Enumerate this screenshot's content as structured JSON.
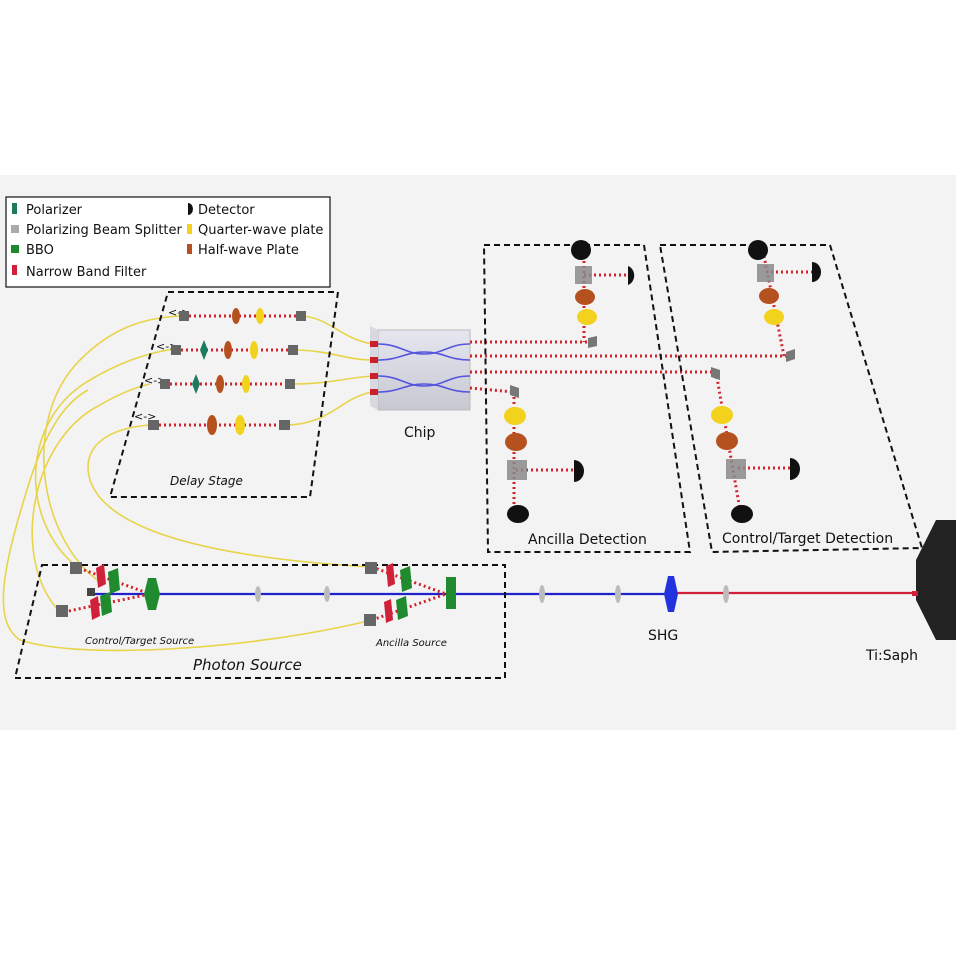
{
  "legend": {
    "items": [
      {
        "label": "Polarizer",
        "icon": "polarizer-icon",
        "color": "#1e7a5e"
      },
      {
        "label": "Polarizing Beam Splitter",
        "icon": "beam-splitter-icon",
        "color": "#aaaaaa"
      },
      {
        "label": "BBO",
        "icon": "bbo-icon",
        "color": "#1f8a2e"
      },
      {
        "label": "Narrow Band Filter",
        "icon": "filter-icon",
        "color": "#d0203a"
      },
      {
        "label": "Detector",
        "icon": "detector-icon",
        "color": "#111111"
      },
      {
        "label": "Quarter-wave plate",
        "icon": "quarter-wave-icon",
        "color": "#f2d21c"
      },
      {
        "label": "Half-wave Plate",
        "icon": "half-wave-icon",
        "color": "#b5511e"
      }
    ]
  },
  "labels": {
    "delay_stage": "Delay Stage",
    "chip": "Chip",
    "ancilla_detection": "Ancilla Detection",
    "control_target_detection": "Control/Target Detection",
    "control_target_source": "Control/Target Source",
    "ancilla_source": "Ancilla Source",
    "photon_source": "Photon Source",
    "shg": "SHG",
    "tisaph": "Ti:Saph",
    "arrow": "<->"
  },
  "colors": {
    "pump_blue": "#2222cc",
    "laser_red": "#d0203a",
    "fiber_yellow": "#e8d44a",
    "photon_path_red": "#d2222a"
  }
}
